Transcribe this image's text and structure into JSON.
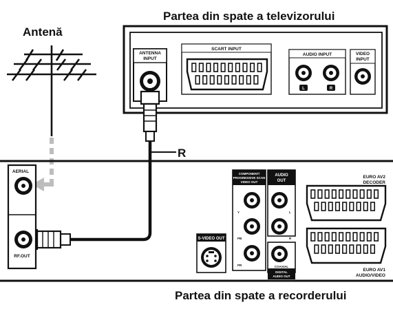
{
  "titles": {
    "tv_back": "Partea din spate a televizorului",
    "recorder_back": "Partea din spate a recorderului",
    "antenna": "Antenă",
    "cable_label": "R"
  },
  "tv_panel": {
    "antenna_input": [
      "ANTENNA",
      "INPUT"
    ],
    "scart_input": "SCART INPUT",
    "audio_input": "AUDIO INPUT",
    "audio_l": "L",
    "audio_r": "R",
    "video_input": [
      "VIDEO",
      "INPUT"
    ]
  },
  "recorder_panel": {
    "aerial": "AERIAL",
    "rf_out": "RF.OUT",
    "component_out": [
      "COMPONENT/",
      "PROGRESSIVE SCAN",
      "VIDEO OUT"
    ],
    "y": "Y",
    "pb": "PB",
    "pr": "PR",
    "audio_out": [
      "AUDIO",
      "OUT"
    ],
    "audio_l": "L",
    "audio_r": "R",
    "coaxial": "COAXIAL",
    "digital_audio_out": [
      "DIGITAL",
      "AUDIO OUT"
    ],
    "s_video_out": "S-VIDEO OUT",
    "euro_av2": [
      "EURO AV2",
      "DECODER"
    ],
    "euro_av1": [
      "EURO AV1",
      "AUDIO/VIDEO"
    ]
  }
}
